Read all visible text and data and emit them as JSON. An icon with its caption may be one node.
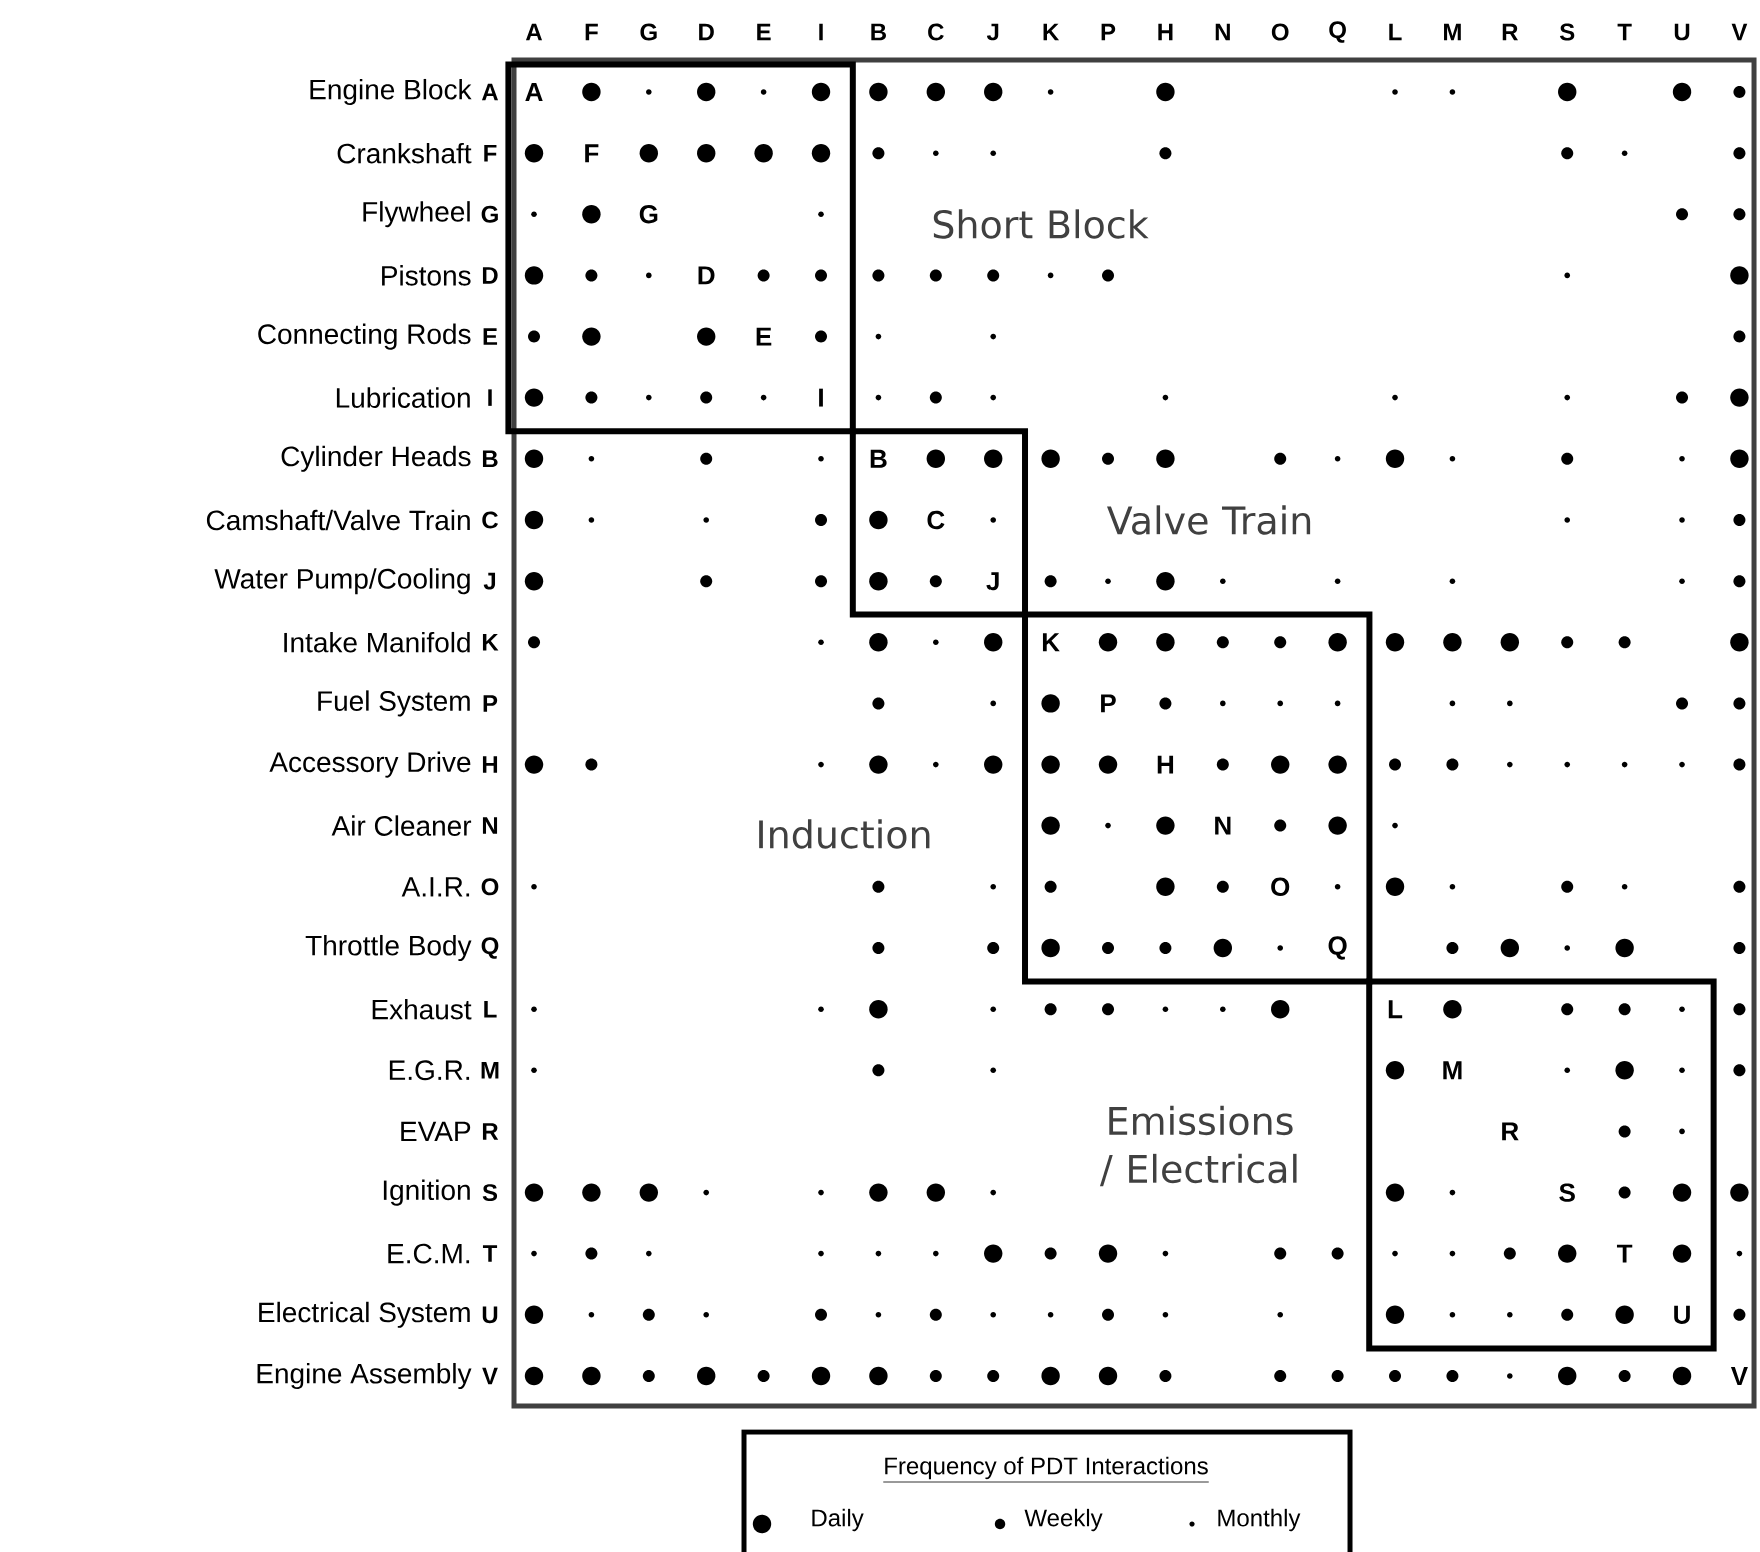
{
  "diagram": {
    "nodes": [
      {
        "text": [
          "Short Block"
        ]
      },
      {
        "text": [
          "Valve Train"
        ]
      },
      {
        "text": [
          "Induction"
        ]
      },
      {
        "text": [
          "Emissions / Electrical"
        ]
      }
    ],
    "labels": [
      "A",
      "F",
      "G",
      "D",
      "E",
      "I",
      "B",
      "C",
      "J",
      "K",
      "P",
      "H",
      "N",
      "O",
      "Q",
      "L",
      "M",
      "R",
      "S",
      "T",
      "U",
      "V",
      "Engine Block",
      "A",
      "Crankshaft",
      "F",
      "Flywheel",
      "G",
      "Pistons",
      "D",
      "Connecting Rods",
      "E",
      "Lubrication",
      "I",
      "Cylinder Heads",
      "B",
      "Camshaft/Valve Train",
      "C",
      "Water Pump/Cooling",
      "J",
      "Intake Manifold",
      "K",
      "Fuel System",
      "P",
      "Accessory Drive",
      "H",
      "Air Cleaner",
      "N",
      "A.I.R.",
      "O",
      "Throttle Body",
      "Q",
      "Exhaust",
      "L",
      "E.G.R.",
      "M",
      "EVAP",
      "R",
      "Ignition",
      "S",
      "E.C.M.",
      "T",
      "Electrical System",
      "U",
      "Engine Assembly",
      "V",
      "A",
      "F",
      "G",
      "D",
      "E",
      "I",
      "B",
      "C",
      "J",
      "K",
      "P",
      "H",
      "N",
      "O",
      "Q",
      "L",
      "M",
      "R",
      "S",
      "T",
      "U",
      "V",
      "Frequency of PDT Interactions"
    ],
    "legend": [
      {
        "text": "Daily"
      },
      {
        "text": "Weekly"
      },
      {
        "text": "Monthly"
      }
    ]
  }
}
